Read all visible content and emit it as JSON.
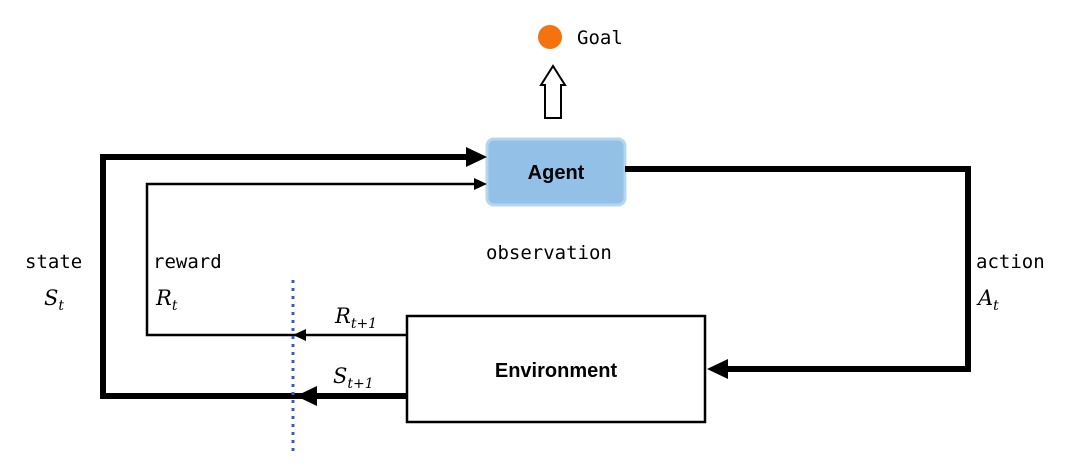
{
  "goal": {
    "label": "Goal",
    "dot_color": "#f5720f"
  },
  "agent": {
    "label": "Agent",
    "fill_color": "#93c0e6",
    "border_color": "#b5d6f0"
  },
  "environment": {
    "label": "Environment"
  },
  "observation_label": "observation",
  "state": {
    "word": "state",
    "symbol": "S",
    "subscript": "t"
  },
  "reward": {
    "word": "reward",
    "symbol": "R",
    "subscript": "t"
  },
  "action": {
    "word": "action",
    "symbol": "A",
    "subscript": "t"
  },
  "next_reward": {
    "symbol": "R",
    "subscript": "t+1"
  },
  "next_state": {
    "symbol": "S",
    "subscript": "t+1"
  },
  "divider_color": "#2f5fc4"
}
